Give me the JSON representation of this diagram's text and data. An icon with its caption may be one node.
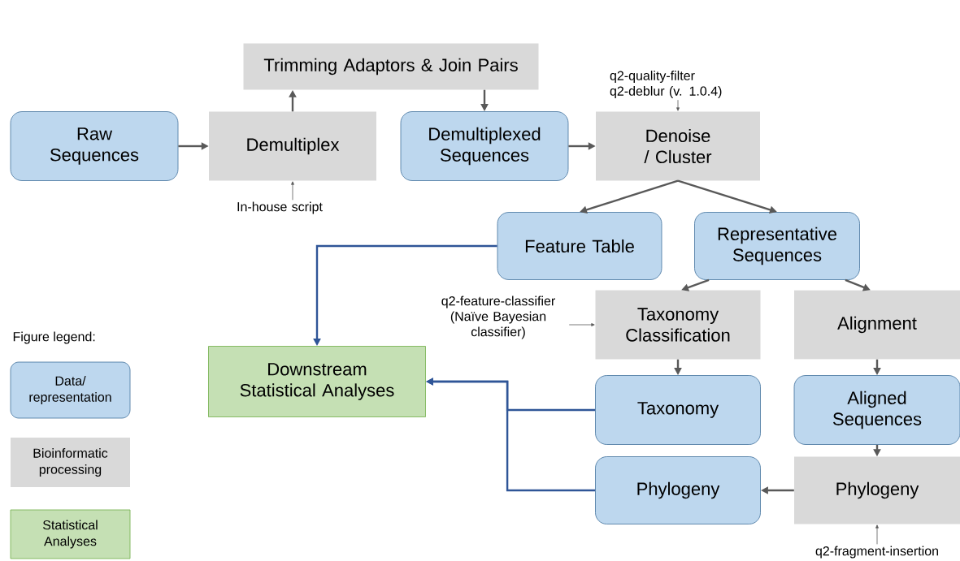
{
  "diagram": {
    "nodes": [
      {
        "text": [
          "Raw Sequences"
        ]
      },
      {
        "text": [
          "Demultiplex"
        ]
      },
      {
        "text": [
          "Trimming Adaptors & Join Pairs"
        ]
      },
      {
        "text": [
          "Demultiplexed Sequences"
        ]
      },
      {
        "text": [
          "Denoise / Cluster"
        ]
      },
      {
        "text": [
          "Feature Table"
        ]
      },
      {
        "text": [
          "Representative Sequences"
        ]
      },
      {
        "text": [
          "Taxonomy Classification"
        ]
      },
      {
        "text": [
          "Alignment"
        ]
      },
      {
        "text": [
          "Downstream Statistical Analyses"
        ]
      },
      {
        "text": [
          "Taxonomy"
        ]
      },
      {
        "text": [
          "Aligned Sequences"
        ]
      },
      {
        "text": [
          "Phylogeny"
        ]
      },
      {
        "text": [
          "Phylogeny"
        ]
      },
      {
        "text": [
          "In-house script"
        ]
      },
      {
        "text": [
          "q2-quality-filter q2-deblur (v. 1.0.4)"
        ]
      },
      {
        "text": [
          "q2-feature-classifier (Naïve Bayesian classifier)"
        ]
      },
      {
        "text": [
          "q2-fragment-insertion"
        ]
      }
    ],
    "edges": [
      {
        "from": 0,
        "to": 1,
        "arrow": "to"
      },
      {
        "from": 1,
        "to": 2,
        "arrow": "to"
      },
      {
        "from": 2,
        "to": 3,
        "arrow": "to"
      },
      {
        "from": 3,
        "to": 4,
        "arrow": "to"
      },
      {
        "from": 4,
        "to": 5,
        "arrow": "to"
      },
      {
        "from": 4,
        "to": 6,
        "arrow": "to"
      },
      {
        "from": 6,
        "to": 7,
        "arrow": "to"
      },
      {
        "from": 6,
        "to": 8,
        "arrow": "to"
      },
      {
        "from": 7,
        "to": 10,
        "arrow": "to"
      },
      {
        "from": 8,
        "to": 11,
        "arrow": "to"
      },
      {
        "from": 11,
        "to": 13,
        "arrow": "to"
      },
      {
        "from": 13,
        "to": 12,
        "arrow": "to"
      },
      {
        "from": 5,
        "to": 9,
        "arrow": "to",
        "color": "#2f5597"
      },
      {
        "from": 10,
        "to": 9,
        "arrow": "to",
        "color": "#2f5597"
      },
      {
        "from": 12,
        "to": 9,
        "arrow": "to",
        "color": "#2f5597"
      },
      {
        "from": 14,
        "to": 1,
        "arrow": "to"
      },
      {
        "from": 15,
        "to": 4,
        "arrow": "to"
      },
      {
        "from": 16,
        "to": 7,
        "arrow": "to"
      },
      {
        "from": 17,
        "to": 13,
        "arrow": "to"
      }
    ],
    "labels": [
      "Figure legend:"
    ],
    "legend": [
      {
        "text": "Data/ representation",
        "color": "#bdd7ee"
      },
      {
        "text": "Bioinformatic processing",
        "color": "#d9d9d9"
      },
      {
        "text": "Statistical Analyses",
        "color": "#c5e0b4"
      }
    ]
  }
}
